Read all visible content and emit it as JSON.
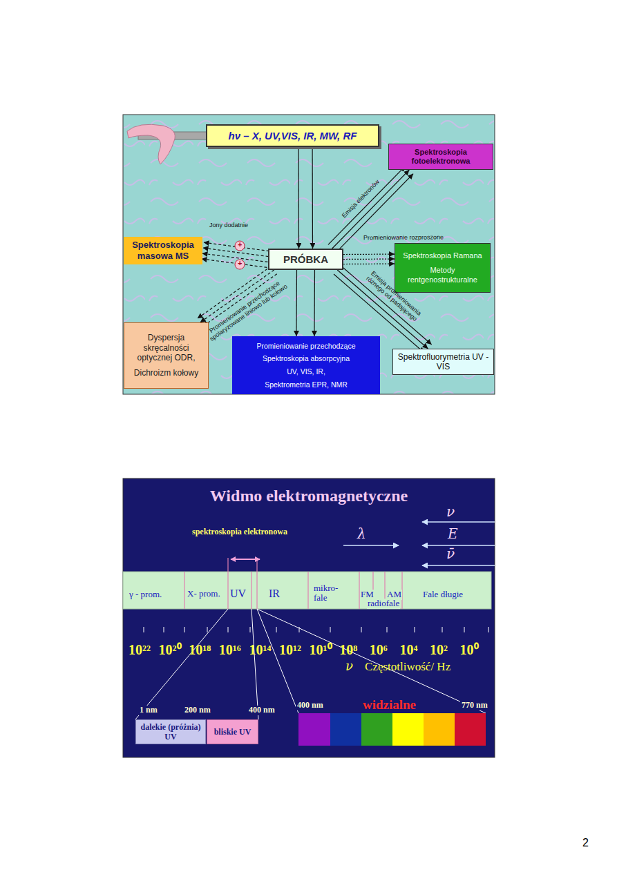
{
  "diagram": {
    "title": "Widmo elektromagnetyczne",
    "nodes": [
      {
        "text": [
          "hν – X, UV,VIS, IR, MW, RF"
        ]
      },
      {
        "text": [
          "Spektroskopia fotoelektronowa"
        ]
      },
      {
        "text": [
          "Spektroskopia masowa MS"
        ]
      },
      {
        "text": [
          "PRÓBKA"
        ]
      },
      {
        "text": [
          "Spektroskopia Ramana",
          "Metody rentgenostrukturalne"
        ]
      },
      {
        "text": [
          "Dyspersja skręcalności optycznej ODR,",
          "Dichroizm kołowy"
        ]
      },
      {
        "text": [
          "Promieniowanie przechodzące",
          "Spektroskopia absorpcyjna",
          "UV, VIS, IR,",
          "Spektrometria EPR, NMR"
        ]
      },
      {
        "text": [
          "Spektrofluorymetria UV - VIS"
        ]
      },
      {
        "text": [
          "dalekie (próżnia) UV"
        ]
      },
      {
        "text": [
          "bliskie UV"
        ]
      }
    ],
    "edges": [
      {
        "from": 0,
        "to": 3,
        "arrow": "to"
      },
      {
        "from": 3,
        "to": 1,
        "label": "Emisja elektronów",
        "arrow": "to"
      },
      {
        "from": 3,
        "to": 2,
        "arrow": "to"
      },
      {
        "from": 3,
        "to": 4,
        "label": "Promieniowanie rozproszone",
        "arrow": "to"
      },
      {
        "from": 3,
        "to": 6,
        "arrow": "to"
      },
      {
        "from": 3,
        "to": 7,
        "label": "Emisja promieniowania różnego od padającego",
        "arrow": "to"
      },
      {
        "from": 3,
        "to": 5,
        "label": "Promieniowanie przechodzące spolaryzowane liniowo lub kołowo",
        "arrow": "to"
      }
    ],
    "labels": [
      "Jony dodatnie",
      "+",
      "+",
      "spektroskopia elektronowa",
      "ν",
      "λ",
      "E",
      "ν̄",
      "γ - prom.",
      "X- prom.",
      "UV",
      "IR",
      "mikro- fale",
      "FM",
      "AM",
      "radiofale",
      "Fale długie",
      "10²²",
      "10²⁰",
      "10¹⁸",
      "10¹⁶",
      "10¹⁴",
      "10¹²",
      "10¹⁰",
      "10⁸",
      "10⁶",
      "10⁴",
      "10²",
      "10⁰",
      "ν",
      "Częstotliwość/ Hz",
      "1 nm",
      "200 nm",
      "400 nm",
      "400 nm",
      "widzialne",
      "770 nm",
      "2"
    ]
  }
}
